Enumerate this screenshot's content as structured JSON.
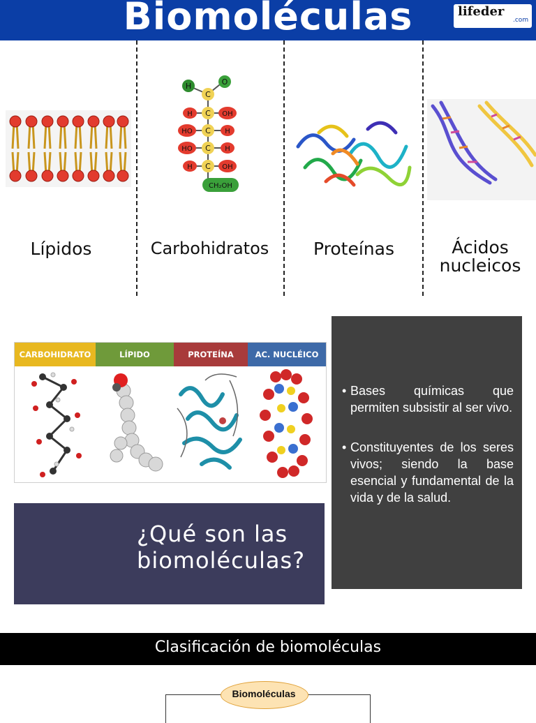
{
  "banner": {
    "title": "Biomoléculas",
    "logo": "lifeder",
    "logo_suffix": ".com",
    "bg_color": "#0b3ea6"
  },
  "categories": [
    {
      "label": "Lípidos"
    },
    {
      "label": "Carbohidratos"
    },
    {
      "label": "Proteínas"
    },
    {
      "label_line1": "Ácidos",
      "label_line2": "nucleicos"
    }
  ],
  "carb_diagram": {
    "top_left": "H",
    "top_right": "O",
    "carbon": "C",
    "rows": [
      {
        "left": "H",
        "right": "OH"
      },
      {
        "left": "HO",
        "right": "H"
      },
      {
        "left": "HO",
        "right": "H"
      },
      {
        "left": "H",
        "right": "OH"
      }
    ],
    "bottom": "CH₂OH"
  },
  "grid_panel": {
    "columns": [
      {
        "label": "CARBOHIDRATO",
        "color": "#e8b820"
      },
      {
        "label": "LÍPIDO",
        "color": "#6f9a3a"
      },
      {
        "label": "PROTEÍNA",
        "color": "#a83b3b"
      },
      {
        "label": "AC. NUCLÉICO",
        "color": "#3e6aa8"
      }
    ]
  },
  "question_box": {
    "text": "¿Qué son las biomoléculas?",
    "bg_color": "#3c3c5c"
  },
  "definition_box": {
    "bullets": [
      "Bases químicas que permiten subsistir al ser vivo.",
      "Constituyentes de los seres vivos; siendo la base esencial y fundamental de la vida y de la salud."
    ],
    "bg_color": "#404040"
  },
  "classification": {
    "title": "Clasificación de biomoléculas"
  },
  "diagram": {
    "root": "Biomoléculas"
  }
}
